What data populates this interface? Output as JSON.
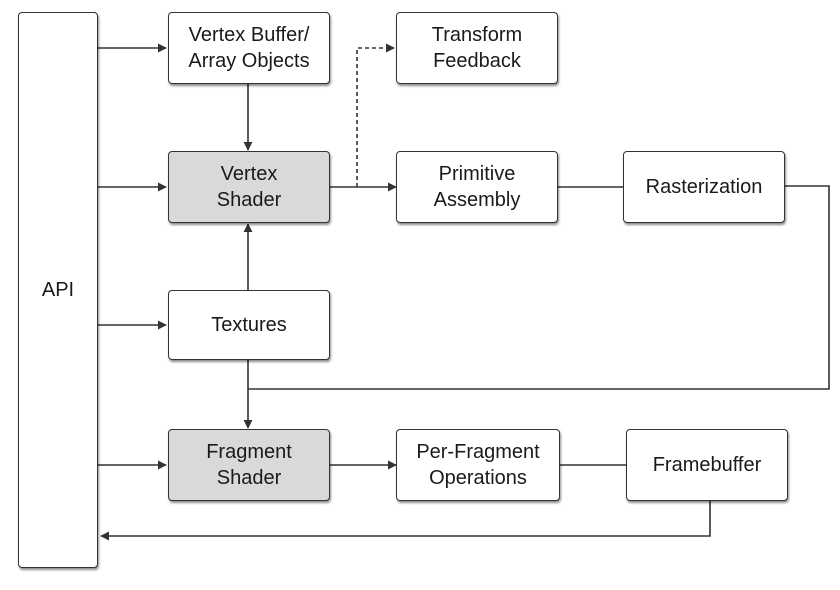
{
  "diagram": {
    "nodes": {
      "api": {
        "label": "API"
      },
      "vbo": {
        "label": "Vertex Buffer/\nArray Objects"
      },
      "transform_feedback": {
        "label": "Transform\nFeedback"
      },
      "vertex_shader": {
        "label": "Vertex\nShader"
      },
      "primitive_assembly": {
        "label": "Primitive\nAssembly"
      },
      "rasterization": {
        "label": "Rasterization"
      },
      "textures": {
        "label": "Textures"
      },
      "fragment_shader": {
        "label": "Fragment\nShader"
      },
      "per_fragment_ops": {
        "label": "Per-Fragment\nOperations"
      },
      "framebuffer": {
        "label": "Framebuffer"
      }
    },
    "colors": {
      "shader_fill": "#d9d9d9",
      "box_fill": "#ffffff",
      "stroke": "#333333"
    }
  }
}
